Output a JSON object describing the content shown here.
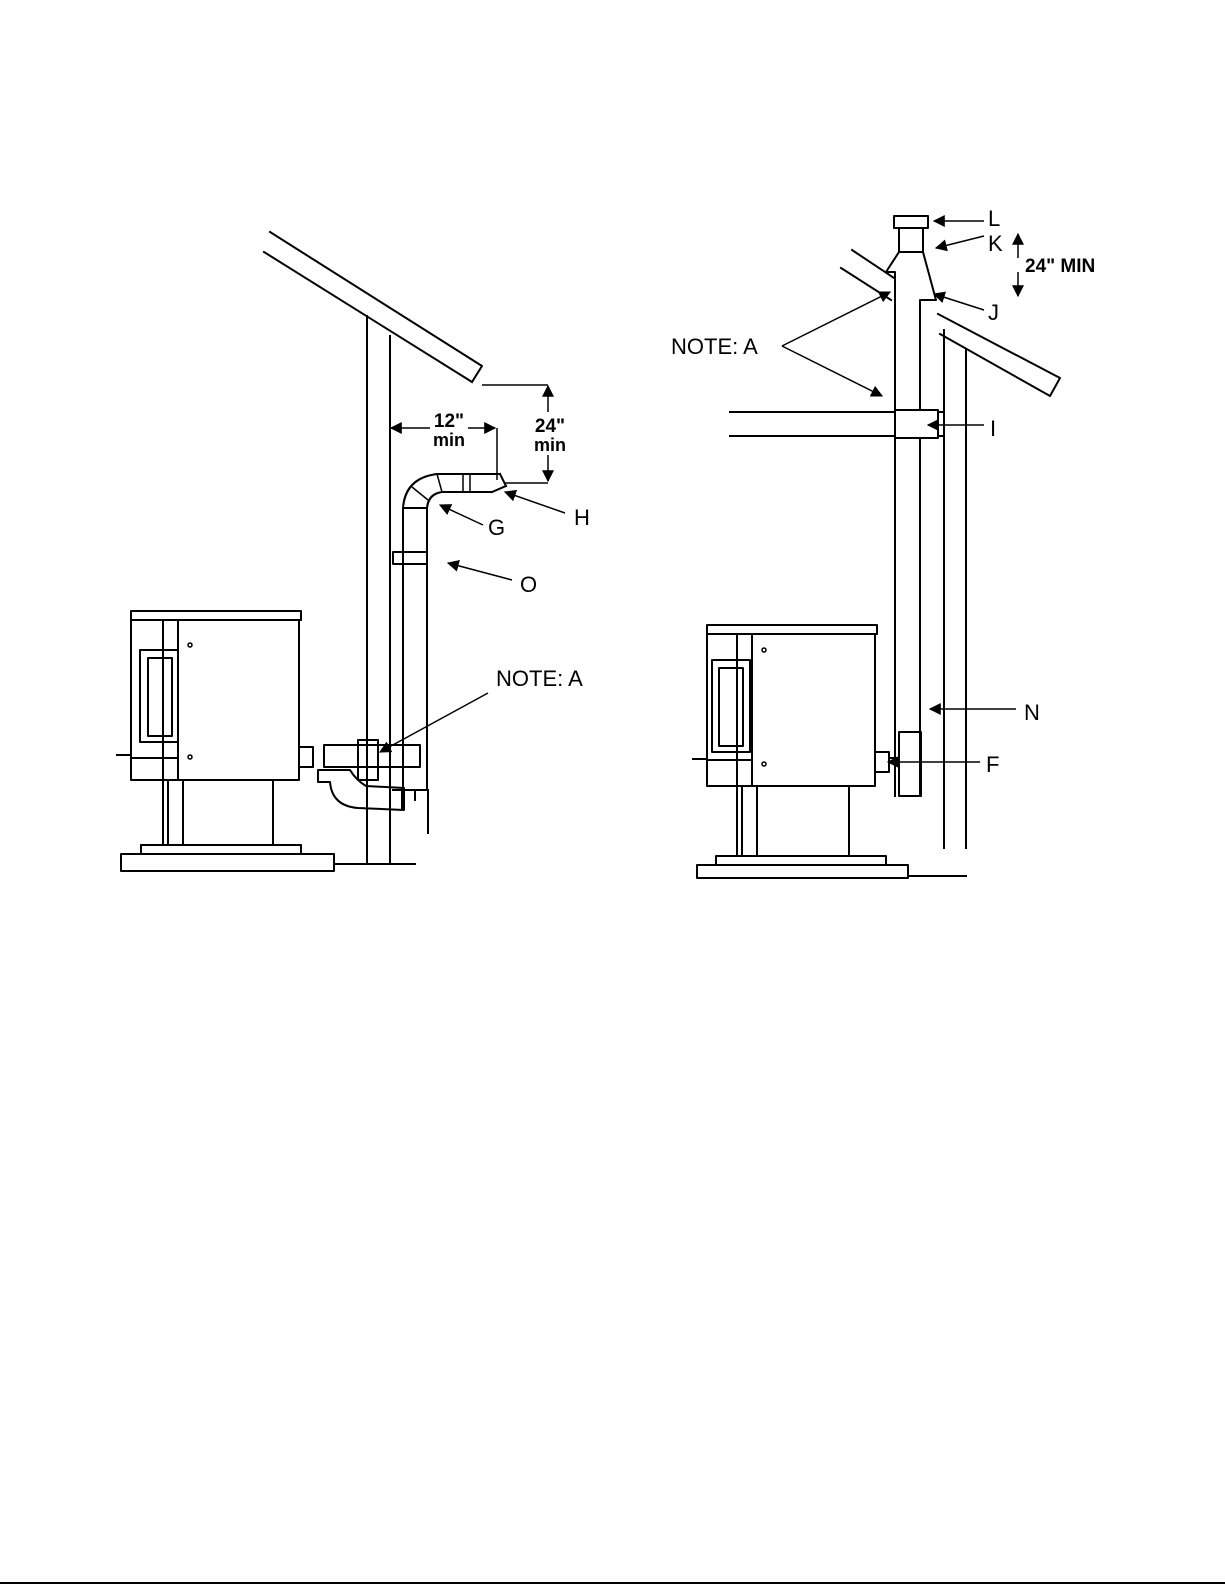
{
  "left_view": {
    "dim_horizontal": "12\"",
    "dim_horizontal_unit": "min",
    "dim_vertical": "24\"",
    "dim_vertical_unit": "min",
    "callout_g": "G",
    "callout_h": "H",
    "callout_o": "O",
    "note": "NOTE: A"
  },
  "right_view": {
    "callout_l": "L",
    "callout_k": "K",
    "callout_j": "J",
    "callout_i": "I",
    "callout_n": "N",
    "callout_f": "F",
    "dim_vertical": "24\" MIN",
    "note": "NOTE: A"
  }
}
